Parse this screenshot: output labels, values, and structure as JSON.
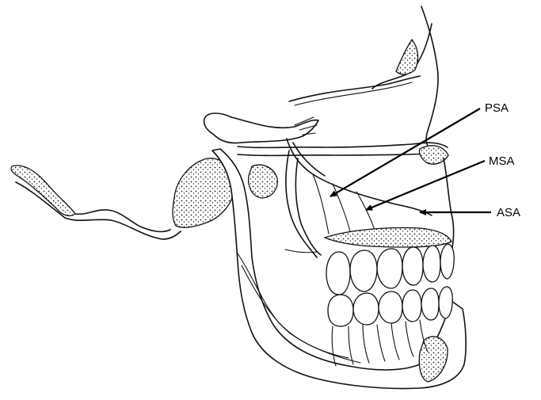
{
  "figure": {
    "labels": {
      "psa": "PSA",
      "msa": "MSA",
      "asa": "ASA"
    }
  }
}
